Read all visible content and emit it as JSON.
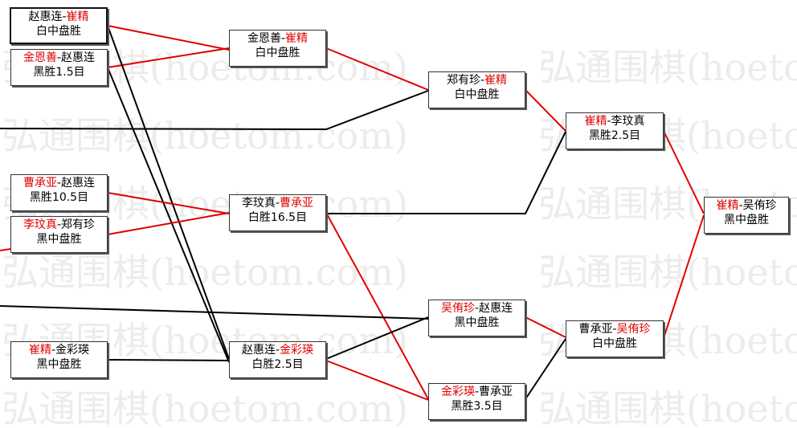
{
  "colors": {
    "winner": "#e00000",
    "loser_line": "#000000",
    "winner_line": "#e00000",
    "watermark": "#ececec"
  },
  "watermark": "弘通围棋(hoetom.com)",
  "matches": {
    "r1_1": {
      "a": "赵惠连",
      "b": "崔精",
      "red": "b",
      "result": "白中盘胜"
    },
    "r1_2": {
      "a": "金恩善",
      "b": "赵惠连",
      "red": "a",
      "result": "黑胜1.5目"
    },
    "r1_3": {
      "a": "曹承亚",
      "b": "赵惠连",
      "red": "a",
      "result": "黑胜10.5目"
    },
    "r1_4": {
      "a": "李玟真",
      "b": "郑有珍",
      "red": "a",
      "result": "黑中盘胜"
    },
    "r1_5": {
      "a": "崔精",
      "b": "金彩瑛",
      "red": "a",
      "result": "黑中盘胜"
    },
    "r2_1": {
      "a": "金恩善",
      "b": "崔精",
      "red": "b",
      "result": "白中盘胜"
    },
    "r2_2": {
      "a": "李玟真",
      "b": "曹承亚",
      "red": "b",
      "result": "白胜16.5目"
    },
    "r2_3": {
      "a": "赵惠连",
      "b": "金彩瑛",
      "red": "b",
      "result": "白胜2.5目"
    },
    "r3_1": {
      "a": "郑有珍",
      "b": "崔精",
      "red": "b",
      "result": "白中盘胜"
    },
    "r3_2": {
      "a": "吴侑珍",
      "b": "赵惠连",
      "red": "a",
      "result": "黑中盘胜"
    },
    "r3_3": {
      "a": "金彩瑛",
      "b": "曹承亚",
      "red": "a",
      "result": "黑胜3.5目"
    },
    "r4_1": {
      "a": "崔精",
      "b": "李玟真",
      "red": "a",
      "result": "黑胜2.5目"
    },
    "r4_2": {
      "a": "曹承亚",
      "b": "吴侑珍",
      "red": "b",
      "result": "白中盘胜"
    },
    "final": {
      "a": "崔精",
      "b": "吴侑珍",
      "red": "a",
      "result": "黑中盘胜"
    }
  }
}
